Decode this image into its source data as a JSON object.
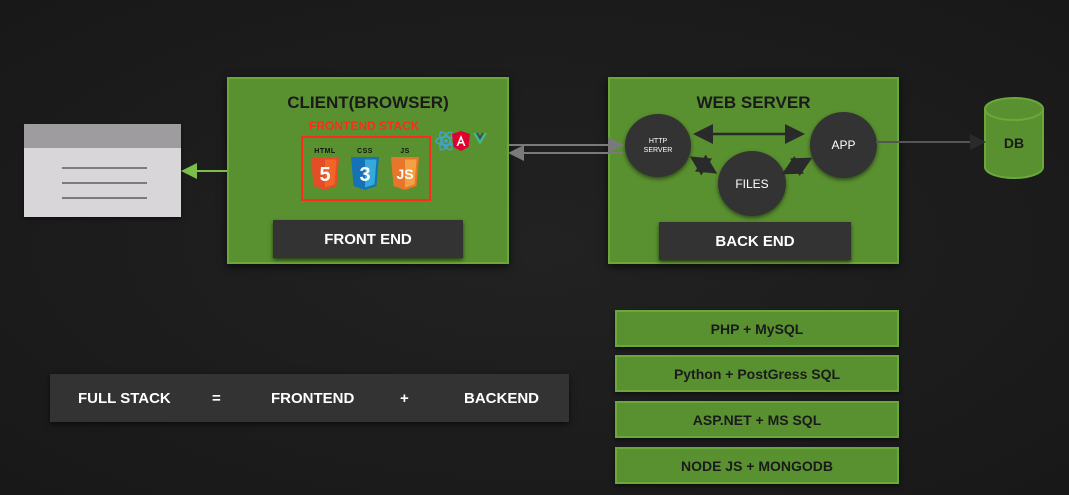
{
  "client": {
    "title": "CLIENT(BROWSER)",
    "frontend_stack_label": "FRONTEND STACK",
    "tech": [
      {
        "label": "HTML",
        "glyph": "5",
        "color": "#e44d26"
      },
      {
        "label": "CSS",
        "glyph": "3",
        "color": "#1572b6"
      },
      {
        "label": "JS",
        "glyph": "JS",
        "color": "#f0832b"
      }
    ],
    "framework_icons": [
      "react-icon",
      "angular-icon",
      "vue-icon"
    ],
    "footer": "FRONT END"
  },
  "server": {
    "title": "WEB SERVER",
    "http_server": "HTTP SERVER",
    "app": "APP",
    "files": "FILES",
    "footer": "BACK END"
  },
  "db": {
    "label": "DB"
  },
  "fullstack": {
    "term": "FULL STACK",
    "equals": "=",
    "frontend": "FRONTEND",
    "plus": "+",
    "backend": "BACKEND"
  },
  "combos": [
    "PHP + MySQL",
    "Python + PostGress SQL",
    "ASP.NET + MS SQL",
    "NODE JS + MONGODB"
  ],
  "colors": {
    "panel_green": "#5a9130",
    "dark_box": "#333333",
    "highlight_red": "#ff2a1a"
  }
}
